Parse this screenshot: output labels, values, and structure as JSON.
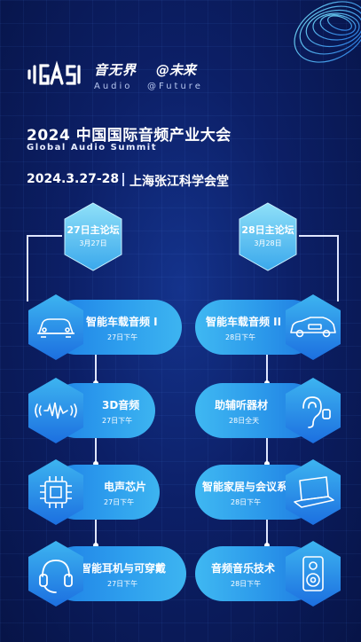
{
  "header": {
    "slogan_cn": "音无界",
    "slogan_at": "@未来",
    "slogan_en_1": "Audio",
    "slogan_en_2": "@Future",
    "title": "2024 中国国际音频产业大会",
    "subtitle": "Global Audio Summit",
    "date": "2024.3.27-28",
    "venue": "上海张江科学会堂"
  },
  "forums": {
    "left": {
      "title": "27日主论坛",
      "date": "3月27日"
    },
    "right": {
      "title": "28日主论坛",
      "date": "3月28日"
    }
  },
  "left_sessions": [
    {
      "title": "智能车载音频 I",
      "time": "27日下午",
      "icon": "car-icon"
    },
    {
      "title": "3D音频",
      "time": "27日下午",
      "icon": "sound-wave-icon"
    },
    {
      "title": "电声芯片",
      "time": "27日下午",
      "icon": "chip-icon"
    },
    {
      "title": "智能耳机与可穿戴",
      "time": "27日下午",
      "icon": "headphones-icon"
    }
  ],
  "right_sessions": [
    {
      "title": "智能车载音频 II",
      "time": "28日下午",
      "icon": "car-side-icon"
    },
    {
      "title": "助辅听器材",
      "time": "28日全天",
      "icon": "hearing-aid-icon"
    },
    {
      "title": "智能家居与会议系统",
      "time": "28日下午",
      "icon": "laptop-icon"
    },
    {
      "title": "音频音乐技术",
      "time": "28日下午",
      "icon": "speaker-icon"
    }
  ],
  "colors": {
    "background": "#0c1f66",
    "accent": "#3db4f0",
    "hex": "#2a9ef0"
  }
}
